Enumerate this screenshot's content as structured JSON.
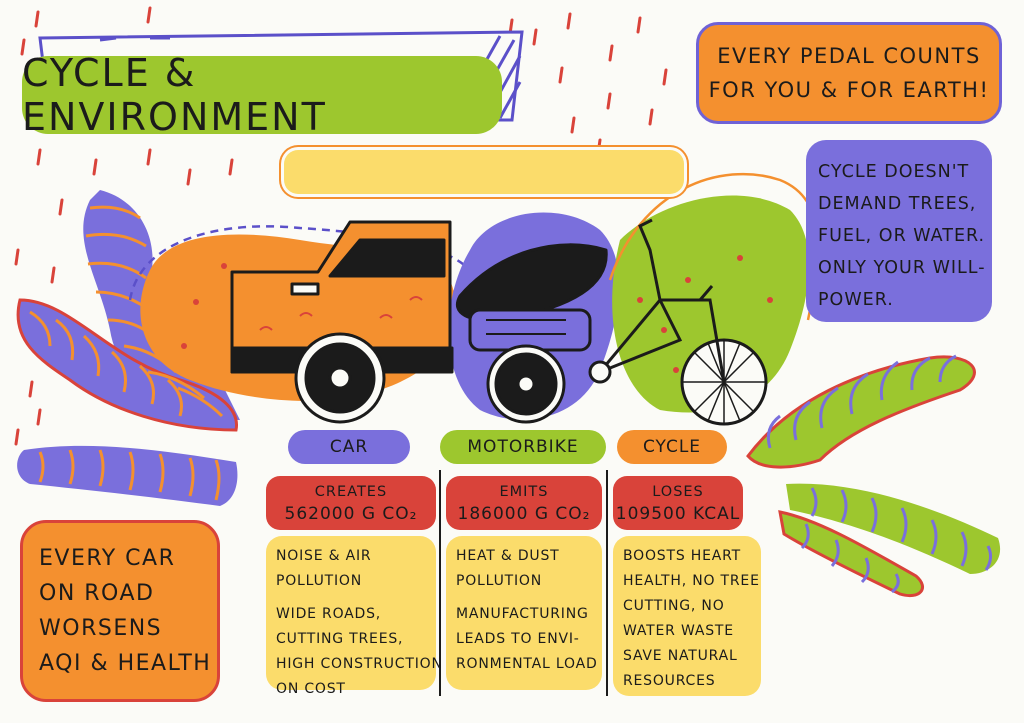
{
  "title": "CYCLE & ENVIRONMENT",
  "slogan": {
    "line1": "EVERY PEDAL COUNTS",
    "line2": "FOR YOU & FOR EARTH!"
  },
  "info": {
    "lines": [
      "CYCLE DOESN'T",
      "DEMAND TREES,",
      "FUEL, OR WATER.",
      "ONLY YOUR WILL-",
      "POWER."
    ]
  },
  "car_note": {
    "lines": [
      "EVERY CAR",
      "ON ROAD",
      "WORSENS",
      "AQI & HEALTH"
    ]
  },
  "columns": {
    "car": {
      "label": "CAR",
      "stat_verb": "CREATES",
      "stat_value": "562000 g CO₂",
      "desc1": [
        "NOISE & AIR",
        "POLLUTION"
      ],
      "desc2": [
        "WIDE ROADS,",
        "CUTTING TREES,",
        "HIGH CONSTRUCTION",
        "ON COST"
      ]
    },
    "motorbike": {
      "label": "MOTORBIKE",
      "stat_verb": "EMITS",
      "stat_value": "186000 g CO₂",
      "desc1": [
        "HEAT & DUST",
        "POLLUTION"
      ],
      "desc2": [
        "MANUFACTURING",
        "LEADS TO ENVI-",
        "RONMENTAL LOAD"
      ]
    },
    "cycle": {
      "label": "CYCLE",
      "stat_verb": "LOSES",
      "stat_value": "109500 kcal",
      "desc1": [
        "BOOSTS HEART",
        "HEALTH, NO TREE",
        "CUTTING, NO",
        "WATER WASTE",
        "SAVE NATURAL",
        "RESOURCES"
      ]
    }
  },
  "colors": {
    "green": "#9dc72e",
    "orange": "#f4902f",
    "purple": "#7a6fdc",
    "yellow": "#fbdc6b",
    "red": "#d9433a"
  },
  "illustrations": [
    "car-illustration",
    "motorbike-illustration",
    "bicycle-illustration"
  ]
}
